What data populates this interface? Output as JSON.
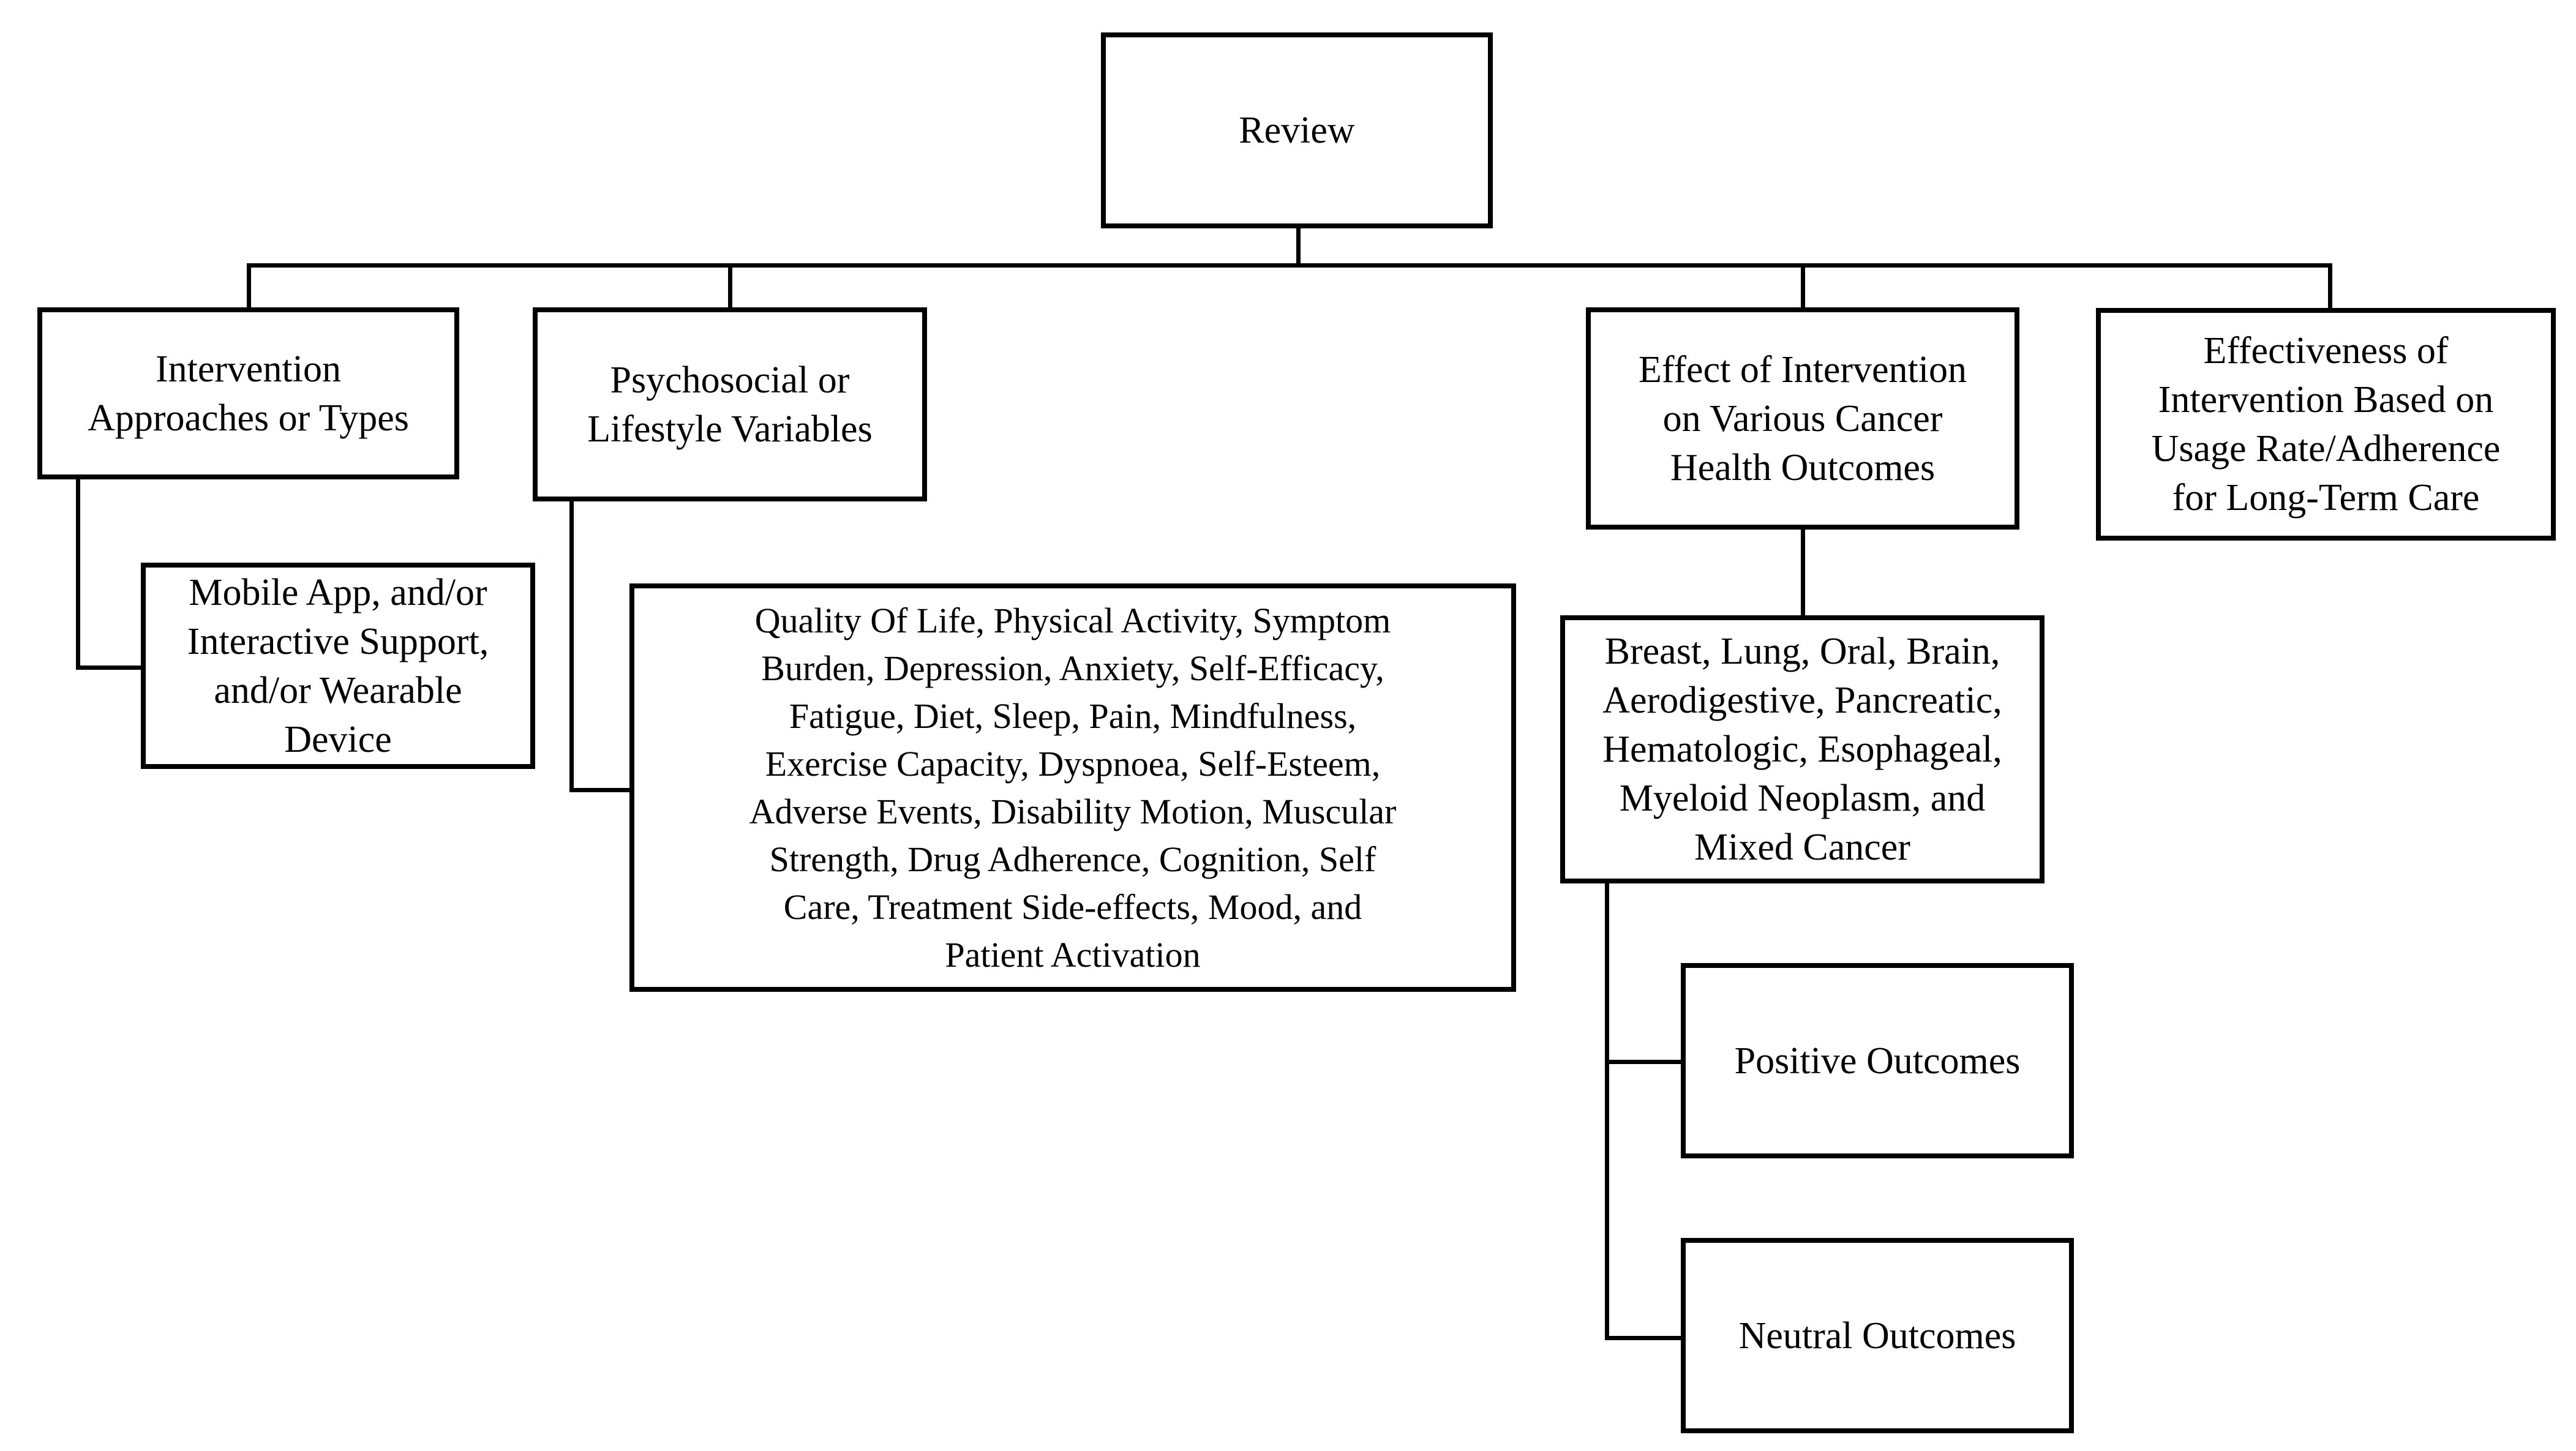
{
  "figure": {
    "type": "flowchart",
    "background_color": "#ffffff",
    "line_color": "#000000",
    "text_color": "#000000"
  },
  "nodes": {
    "review": {
      "label": "Review"
    },
    "intervention_approaches": {
      "label": "Intervention\nApproaches or Types"
    },
    "mobile_app": {
      "label": "Mobile App, and/or\nInteractive Support,\nand/or Wearable\nDevice"
    },
    "psychosocial": {
      "label": "Psychosocial or\nLifestyle Variables"
    },
    "variables_list": {
      "label": "Quality Of Life, Physical Activity, Symptom\nBurden, Depression, Anxiety, Self-Efficacy,\nFatigue, Diet, Sleep, Pain, Mindfulness,\nExercise Capacity, Dyspnoea, Self-Esteem,\nAdverse Events, Disability Motion, Muscular\nStrength, Drug Adherence, Cognition, Self\nCare, Treatment Side-effects, Mood, and\nPatient Activation"
    },
    "effect_of_intervention": {
      "label": "Effect of Intervention\non Various Cancer\nHealth Outcomes"
    },
    "cancer_types": {
      "label": "Breast, Lung, Oral, Brain,\nAerodigestive, Pancreatic,\nHematologic, Esophageal,\nMyeloid Neoplasm, and\nMixed Cancer"
    },
    "positive_outcomes": {
      "label": "Positive Outcomes"
    },
    "neutral_outcomes": {
      "label": "Neutral Outcomes"
    },
    "effectiveness": {
      "label": "Effectiveness of\nIntervention Based on\nUsage Rate/Adherence\nfor Long-Term Care"
    }
  },
  "edges": [
    {
      "from": "review",
      "to": "intervention_approaches"
    },
    {
      "from": "review",
      "to": "psychosocial"
    },
    {
      "from": "review",
      "to": "effect_of_intervention"
    },
    {
      "from": "review",
      "to": "effectiveness"
    },
    {
      "from": "intervention_approaches",
      "to": "mobile_app"
    },
    {
      "from": "psychosocial",
      "to": "variables_list"
    },
    {
      "from": "effect_of_intervention",
      "to": "cancer_types"
    },
    {
      "from": "cancer_types",
      "to": "positive_outcomes"
    },
    {
      "from": "cancer_types",
      "to": "neutral_outcomes"
    }
  ]
}
